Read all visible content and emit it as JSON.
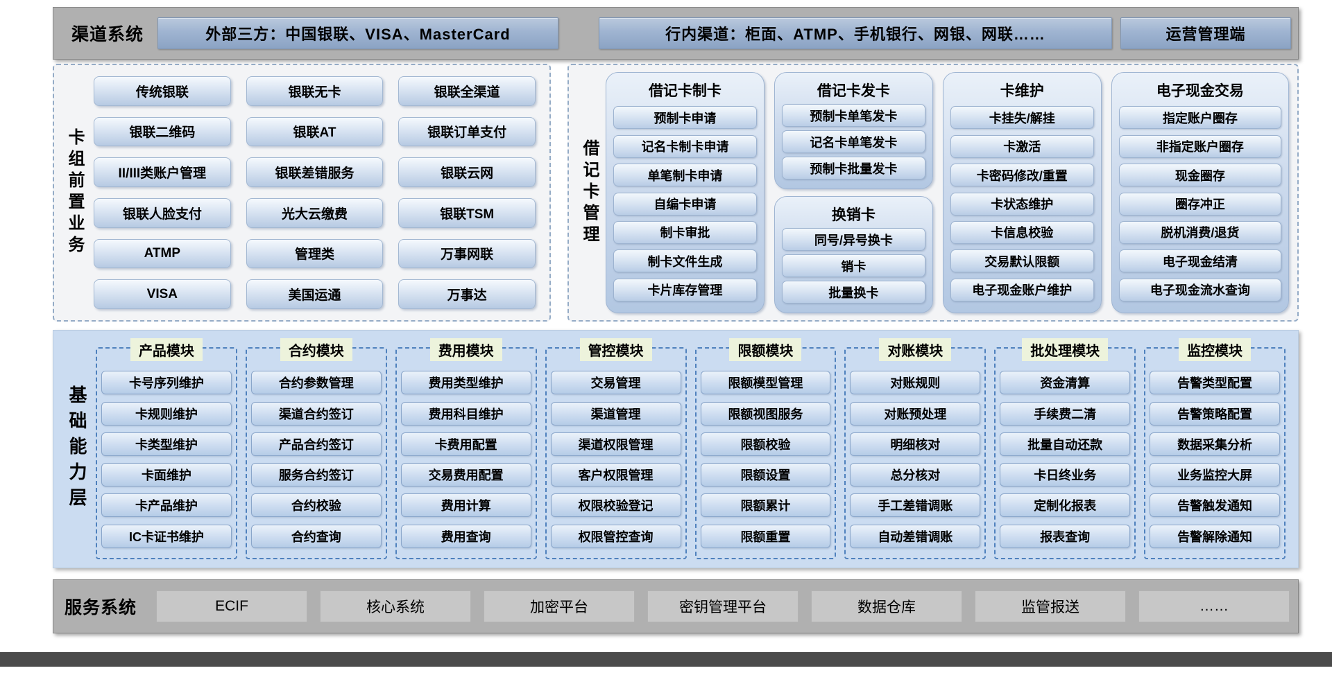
{
  "channel_bar": {
    "label": "渠道系统",
    "buttons": [
      "外部三方：中国银联、VISA、MasterCard",
      "行内渠道：柜面、ATMP、手机银行、网银、网联……",
      "运营管理端"
    ]
  },
  "card_front_panel": {
    "label": "卡组前置业务",
    "items": [
      "传统银联",
      "银联无卡",
      "银联全渠道",
      "银联二维码",
      "银联AT",
      "银联订单支付",
      "II/III类账户管理",
      "银联差错服务",
      "银联云网",
      "银联人脸支付",
      "光大云缴费",
      "银联TSM",
      "ATMP",
      "管理类",
      "万事网联",
      "VISA",
      "美国运通",
      "万事达"
    ]
  },
  "debit_panel": {
    "label": "借记卡管理",
    "groups": [
      {
        "title": "借记卡制卡",
        "items": [
          "预制卡申请",
          "记名卡制卡申请",
          "单笔制卡申请",
          "自编卡申请",
          "制卡审批",
          "制卡文件生成",
          "卡片库存管理"
        ]
      },
      {
        "title": "借记卡发卡",
        "items": [
          "预制卡单笔发卡",
          "记名卡单笔发卡",
          "预制卡批量发卡"
        ]
      },
      {
        "title": "换销卡",
        "items": [
          "同号/异号换卡",
          "销卡",
          "批量换卡"
        ]
      },
      {
        "title": "卡维护",
        "items": [
          "卡挂失/解挂",
          "卡激活",
          "卡密码修改/重置",
          "卡状态维护",
          "卡信息校验",
          "交易默认限额",
          "电子现金账户维护"
        ]
      },
      {
        "title": "电子现金交易",
        "items": [
          "指定账户圈存",
          "非指定账户圈存",
          "现金圈存",
          "圈存冲正",
          "脱机消费/退货",
          "电子现金结清",
          "电子现金流水查询"
        ]
      }
    ]
  },
  "capability_layer": {
    "label": "基础能力层",
    "modules": [
      {
        "title": "产品模块",
        "items": [
          "卡号序列维护",
          "卡规则维护",
          "卡类型维护",
          "卡面维护",
          "卡产品维护",
          "IC卡证书维护"
        ]
      },
      {
        "title": "合约模块",
        "items": [
          "合约参数管理",
          "渠道合约签订",
          "产品合约签订",
          "服务合约签订",
          "合约校验",
          "合约查询"
        ]
      },
      {
        "title": "费用模块",
        "items": [
          "费用类型维护",
          "费用科目维护",
          "卡费用配置",
          "交易费用配置",
          "费用计算",
          "费用查询"
        ]
      },
      {
        "title": "管控模块",
        "items": [
          "交易管理",
          "渠道管理",
          "渠道权限管理",
          "客户权限管理",
          "权限校验登记",
          "权限管控查询"
        ]
      },
      {
        "title": "限额模块",
        "items": [
          "限额模型管理",
          "限额视图服务",
          "限额校验",
          "限额设置",
          "限额累计",
          "限额重置"
        ]
      },
      {
        "title": "对账模块",
        "items": [
          "对账规则",
          "对账预处理",
          "明细核对",
          "总分核对",
          "手工差错调账",
          "自动差错调账"
        ]
      },
      {
        "title": "批处理模块",
        "items": [
          "资金清算",
          "手续费二清",
          "批量自动还款",
          "卡日终业务",
          "定制化报表",
          "报表查询"
        ]
      },
      {
        "title": "监控模块",
        "items": [
          "告警类型配置",
          "告警策略配置",
          "数据采集分析",
          "业务监控大屏",
          "告警触发通知",
          "告警解除通知"
        ]
      }
    ]
  },
  "service_bar": {
    "label": "服务系统",
    "buttons": [
      "ECIF",
      "核心系统",
      "加密平台",
      "密钥管理平台",
      "数据仓库",
      "监管报送",
      "……"
    ]
  },
  "colors": {
    "bar_gray": "#b0b0b0",
    "panel_bg": "#f3f4f6",
    "panel_border": "#94abc6",
    "capability_bg": "#cbdcf1",
    "module_border": "#4f81bd",
    "module_title_bg": "#edf3dc",
    "service_button_bg": "#c7c7c7",
    "footer_strip": "#4b4b4b"
  }
}
